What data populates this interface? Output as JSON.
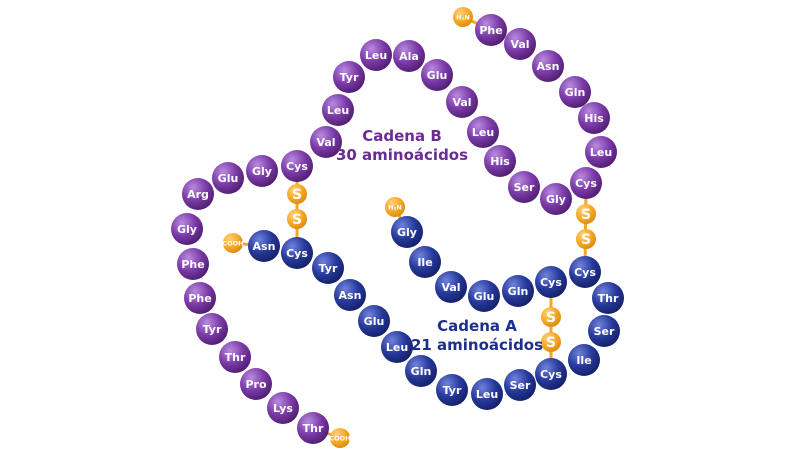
{
  "colors": {
    "chain_b": "#6a2c91",
    "chain_b_light": "#a86fd0",
    "chain_a": "#1d2f8c",
    "chain_a_light": "#5b6fd0",
    "terminal": "#f5a623",
    "bond": "#f5a623"
  },
  "chain_b": {
    "title": "Cadena B",
    "subtitle": "30 aminoácidos",
    "n_term": "H₂N",
    "c_term": "COOH",
    "residues": [
      "Phe",
      "Val",
      "Asn",
      "Gln",
      "His",
      "Leu",
      "Cys",
      "Gly",
      "Ser",
      "His",
      "Leu",
      "Val",
      "Glu",
      "Ala",
      "Leu",
      "Tyr",
      "Leu",
      "Val",
      "Cys",
      "Gly",
      "Glu",
      "Arg",
      "Gly",
      "Phe",
      "Phe",
      "Tyr",
      "Thr",
      "Pro",
      "Lys",
      "Thr"
    ]
  },
  "chain_a": {
    "title": "Cadena A",
    "subtitle": "21 aminoácidos",
    "n_term": "H₂N",
    "c_term": "COOH",
    "residues": [
      "Gly",
      "Ile",
      "Val",
      "Glu",
      "Gln",
      "Cys",
      "Cys",
      "Thr",
      "Ser",
      "Ile",
      "Cys",
      "Ser",
      "Leu",
      "Tyr",
      "Gln",
      "Leu",
      "Glu",
      "Asn",
      "Tyr",
      "Cys",
      "Asn"
    ]
  },
  "disulfide_label": "S"
}
